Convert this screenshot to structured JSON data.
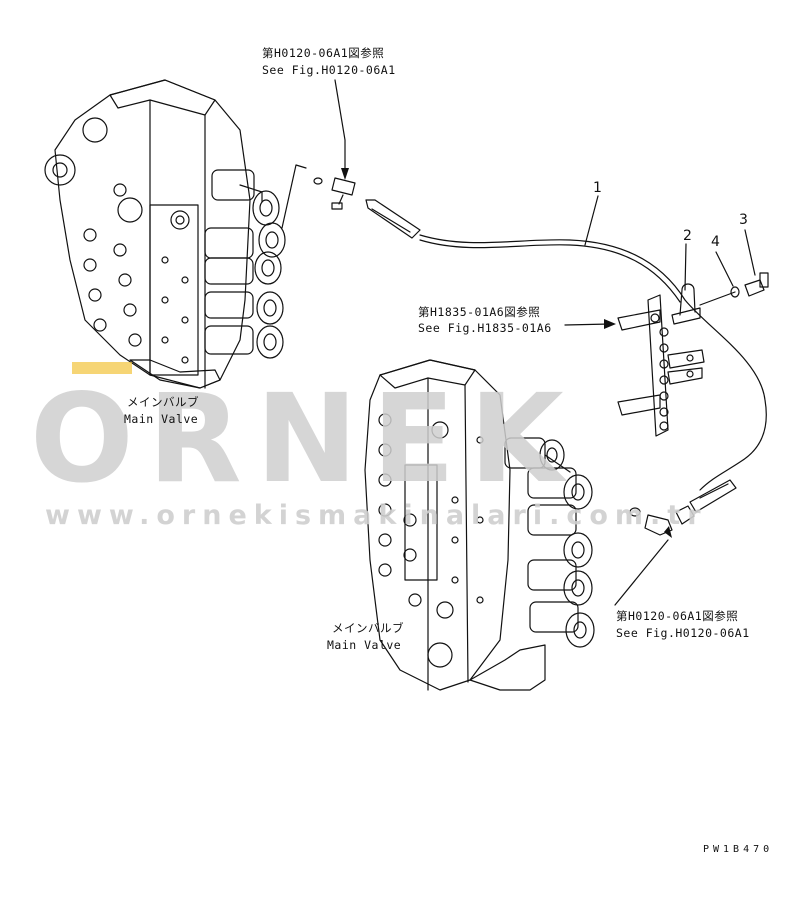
{
  "watermark": {
    "brand": "ORNEK",
    "url": "www.ornekismakinalari.com.tr",
    "brand_color": "#c9c9c9",
    "accent_color": "#f2c33a"
  },
  "references": {
    "top": {
      "jp": "第H0120-06A1図参照",
      "en": "See Fig.H0120-06A1"
    },
    "middle": {
      "jp": "第H1835-01A6図参照",
      "en": "See Fig.H1835-01A6"
    },
    "bottom": {
      "jp": "第H0120-06A1図参照",
      "en": "See Fig.H0120-06A1"
    }
  },
  "valves": {
    "upper": {
      "jp": "メインバルブ",
      "en": "Main Valve"
    },
    "lower": {
      "jp": "メインバルブ",
      "en": "Main Valve"
    }
  },
  "callouts": [
    "1",
    "2",
    "3",
    "4"
  ],
  "drawing_code": "PW1B470"
}
